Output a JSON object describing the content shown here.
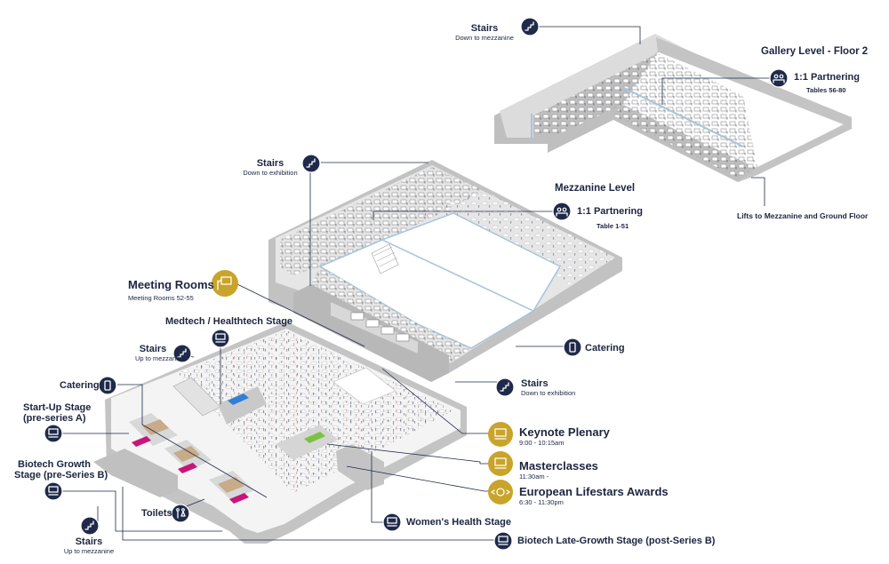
{
  "levels": {
    "gallery": "Gallery Level - Floor 2",
    "mezzanine": "Mezzanine Level"
  },
  "labels": {
    "stairs_top": {
      "title": "Stairs",
      "sub": "Down to mezzanine"
    },
    "partnering_gallery": {
      "title": "1:1 Partnering",
      "sub": "Tables 56-80"
    },
    "lifts": "Lifts to Mezzanine and Ground Floor",
    "stairs_mezz": {
      "title": "Stairs",
      "sub": "Down to exhibition"
    },
    "partnering_mezz": {
      "title": "1:1 Partnering",
      "sub": "Table 1-51"
    },
    "meeting_rooms": {
      "title": "Meeting Rooms",
      "sub": "Meeting Rooms 52-55"
    },
    "medtech": "Medtech / Healthtech Stage",
    "stairs_up_left": {
      "title": "Stairs",
      "sub": "Up to mezzanine"
    },
    "catering_mezz": "Catering",
    "stairs_down_right": {
      "title": "Stairs",
      "sub": "Down to exhibition"
    },
    "catering_ground": "Catering",
    "startup_stage": {
      "line1": "Start-Up Stage",
      "line2": "(pre-series A)"
    },
    "biotech_growth": {
      "line1": "Biotech Growth",
      "line2": "Stage (pre-Series B)"
    },
    "keynote": {
      "title": "Keynote Plenary",
      "sub": "9:00 - 10:15am"
    },
    "masterclasses": {
      "title": "Masterclasses",
      "sub": "11:30am -"
    },
    "awards": {
      "title": "European Lifestars Awards",
      "sub": "6:30 - 11:30pm"
    },
    "toilets": "Toilets",
    "womens_health": "Women's Health Stage",
    "stairs_bottom": {
      "title": "Stairs",
      "sub": "Up to mezzanine"
    },
    "biotech_late": "Biotech Late-Growth Stage (post-Series B)"
  },
  "icons": {
    "stairs": "stairs-icon",
    "partnering": "partnering-icon",
    "meeting": "presentation-icon",
    "stage": "stage-icon",
    "catering": "catering-icon",
    "toilets": "toilets-icon",
    "award": "award-icon"
  },
  "colors": {
    "navy": "#1f2a4a",
    "gold": "#c9a42a",
    "wall": "#c9c9c9",
    "floor": "#f7f7f7",
    "stage_magenta": "#c8157a",
    "stage_blue": "#2f7fd6",
    "stage_green": "#7cc242"
  }
}
